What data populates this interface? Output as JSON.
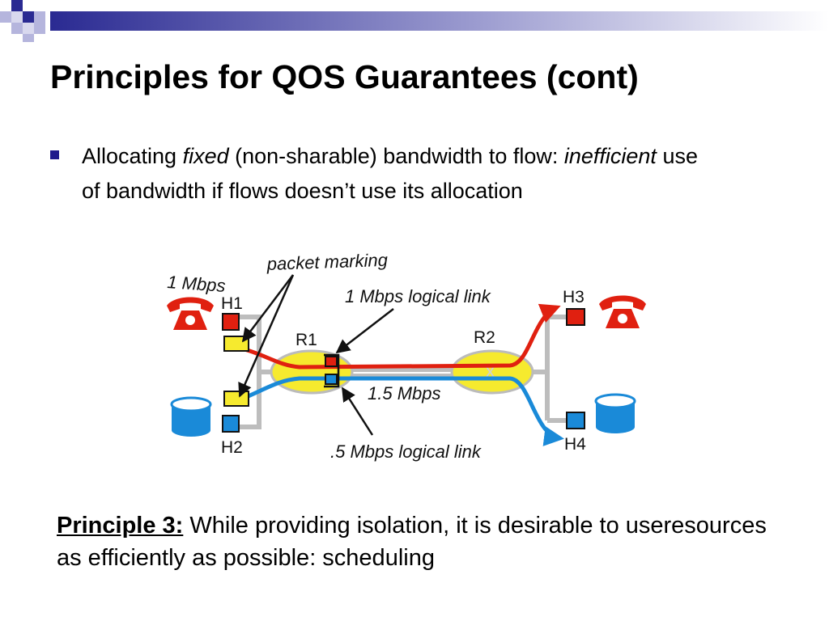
{
  "slide": {
    "title": "Principles for QOS Guarantees (cont)",
    "bullet": {
      "part1": "Allocating ",
      "fixed": "fixed",
      "part2": " (non-sharable) bandwidth to flow: ",
      "inefficient": "inefficient",
      "part3": " use of bandwidth if flows doesn’t use its allocation"
    },
    "principle": {
      "label": "Principle 3:",
      "text": " While providing isolation, it is desirable to useresources as efficiently as possible: scheduling"
    }
  },
  "diagram": {
    "labels": {
      "packet_marking": "packet marking",
      "h1_rate": "1 Mbps",
      "logical_link_1": "1 Mbps logical link",
      "rate_15": "1.5 Mbps",
      "logical_link_05": ".5 Mbps logical link"
    },
    "nodes": {
      "h1": "H1",
      "h2": "H2",
      "h3": "H3",
      "h4": "H4",
      "r1": "R1",
      "r2": "R2"
    }
  },
  "colors": {
    "accent_blue": "#1f1a8c",
    "flow_red": "#e02010",
    "flow_blue": "#1a8ad8",
    "router_yellow": "#f6ea2e"
  }
}
